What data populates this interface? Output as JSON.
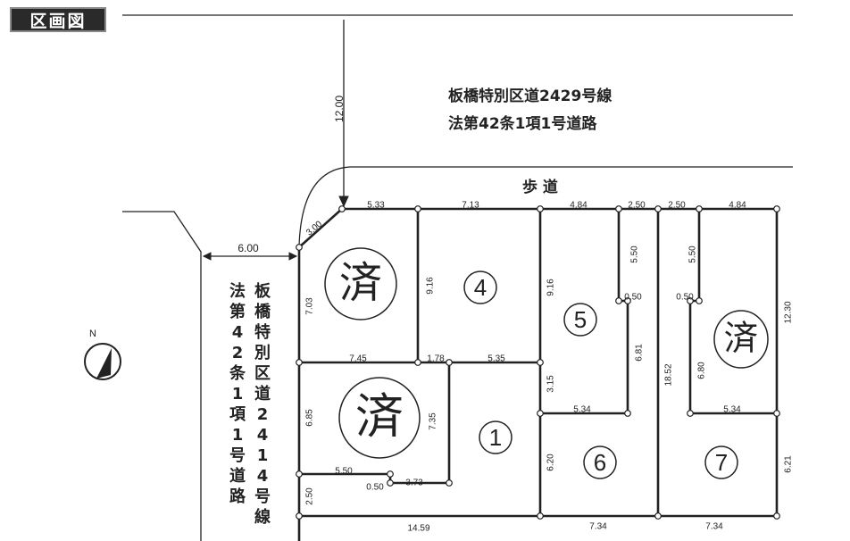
{
  "title": "区画図",
  "top_road": {
    "line1": "板橋特別区道2429号線",
    "line2": "法第42条1項1号道路",
    "width": "12.00"
  },
  "left_road": {
    "line1": "板橋特別区道2414号線",
    "line2": "法第42条1項1号道路",
    "width": "6.00"
  },
  "sidewalk": "歩 道",
  "compass": "N",
  "lots": [
    {
      "label": "済",
      "status": "sold"
    },
    {
      "label": "4"
    },
    {
      "label": "5"
    },
    {
      "label": "済",
      "status": "sold"
    },
    {
      "label": "1"
    },
    {
      "label": "6"
    },
    {
      "label": "済",
      "status": "sold"
    },
    {
      "label": "7"
    }
  ],
  "dimensions": [
    "3.00",
    "5.33",
    "7.13",
    "4.84",
    "2.50",
    "2.50",
    "4.84",
    "7.03",
    "9.16",
    "9.16",
    "5.50",
    "5.50",
    "0.50",
    "0.50",
    "12.30",
    "7.45",
    "1.78",
    "5.35",
    "6.81",
    "18.52",
    "6.80",
    "3.15",
    "5.34",
    "5.34",
    "6.85",
    "7.35",
    "5.50",
    "0.50",
    "3.73",
    "6.20",
    "6.21",
    "2.50",
    "14.59",
    "7.34",
    "7.34"
  ]
}
